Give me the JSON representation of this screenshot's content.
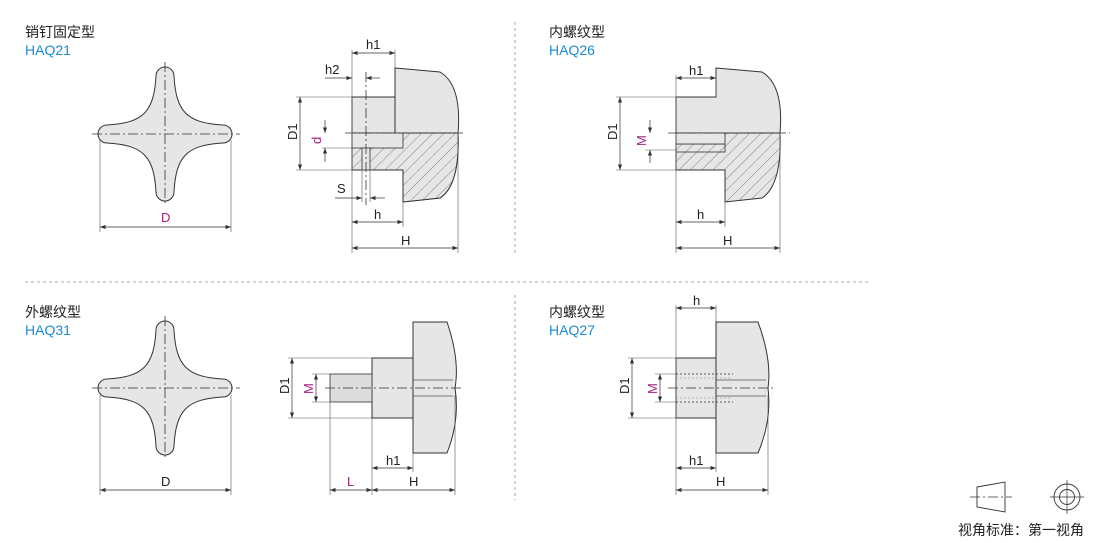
{
  "panels": [
    {
      "title": "销钉固定型",
      "code": "HAQ21",
      "labels": {
        "D": "D",
        "h1": "h1",
        "h2": "h2",
        "D1": "D1",
        "d": "d",
        "S": "S",
        "h": "h",
        "H": "H"
      }
    },
    {
      "title": "内螺纹型",
      "code": "HAQ26",
      "labels": {
        "h1": "h1",
        "D1": "D1",
        "M": "M",
        "h": "h",
        "H": "H"
      }
    },
    {
      "title": "外螺纹型",
      "code": "HAQ31",
      "labels": {
        "D": "D",
        "D1": "D1",
        "M": "M",
        "L": "L",
        "h1": "h1",
        "H": "H"
      }
    },
    {
      "title": "内螺纹型",
      "code": "HAQ27",
      "labels": {
        "h": "h",
        "D1": "D1",
        "M": "M",
        "h1": "h1",
        "H": "H"
      }
    }
  ],
  "legend": {
    "text": "视角标准：第一视角"
  },
  "colors": {
    "code": "#1a8ad6",
    "dimension_highlight": "#a0237a"
  }
}
